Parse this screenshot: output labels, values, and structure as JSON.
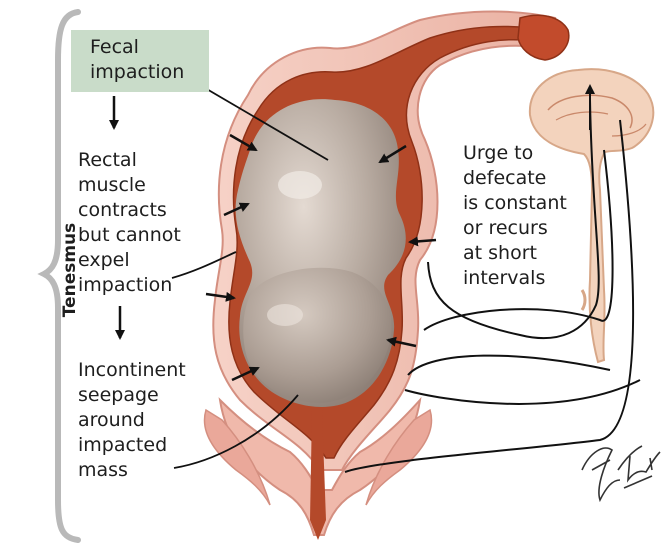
{
  "labels": {
    "fecal_impaction": "Fecal\nimpaction",
    "rectal_muscle": "Rectal\nmuscle\ncontracts\nbut cannot\nexpel\nimpaction",
    "incontinent": "Incontinent\nseepage\naround\nimpacted\nmass",
    "urge": "Urge to\ndefecate\nis constant\nor recurs\nat short\nintervals",
    "tenesmus": "Tenesmus"
  },
  "colors": {
    "box_fill": "#c9dcc9",
    "mucosa": "#b4492a",
    "outer_wall": "#f2c3b6",
    "mass": "#b5a79c",
    "brain": "#f3d3bd"
  },
  "icons": [
    "down-arrow-icon",
    "artist-signature"
  ]
}
